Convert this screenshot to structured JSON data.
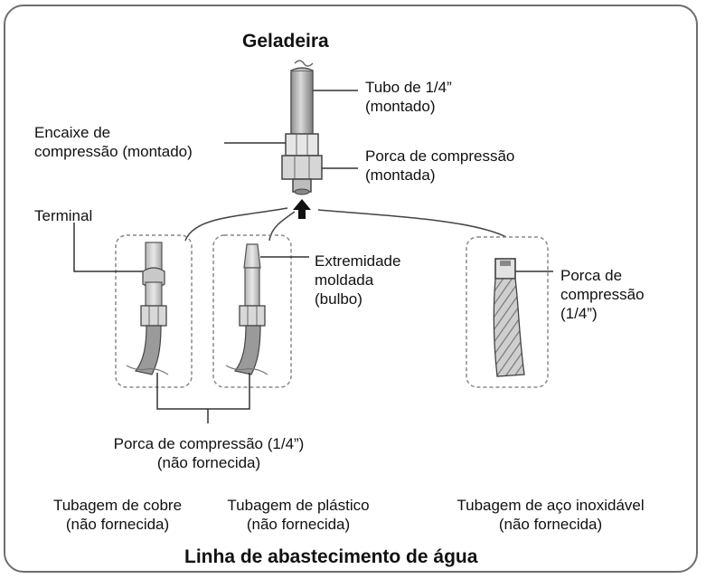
{
  "title_top": "Geladeira",
  "title_bottom": "Linha de abastecimento de água",
  "labels": {
    "tube": "Tubo de 1/4”\n(montado)",
    "fitting": "Encaixe de\ncompressão (montado)",
    "nut_mounted": "Porca de compressão\n(montada)",
    "terminal": "Terminal",
    "molded_end": "Extremidade\nmoldada\n(bulbo)",
    "nut_steel": "Porca de\ncompressão\n(1/4”)",
    "nut_not_supplied": "Porca de compressão (1/4”)\n(não fornecida)",
    "copper": "Tubagem de cobre\n(não fornecida)",
    "plastic": "Tubagem de plástico\n(não fornecida)",
    "steel": "Tubagem de aço inoxidável\n(não fornecida)"
  }
}
